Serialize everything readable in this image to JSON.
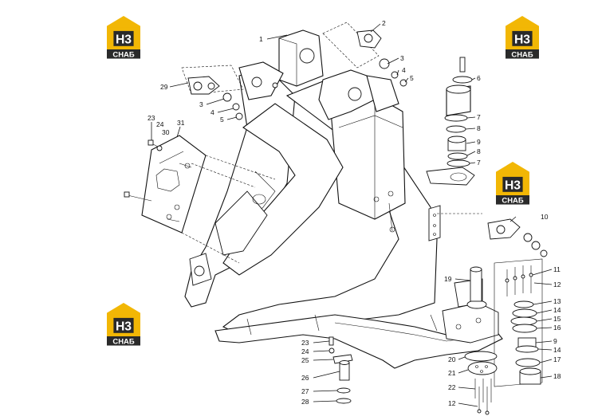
{
  "logo": {
    "mark": "H3",
    "caption": "СНАБ",
    "color_gold": "#f2b705",
    "color_dark": "#2a2a2a"
  },
  "callouts": [
    "1",
    "2",
    "3",
    "4",
    "5",
    "6",
    "7",
    "8",
    "9",
    "8",
    "7",
    "29",
    "3",
    "4",
    "5",
    "23",
    "24",
    "30",
    "31",
    "10",
    "11",
    "12",
    "19",
    "13",
    "14",
    "15",
    "16",
    "9",
    "14",
    "17",
    "18",
    "20",
    "21",
    "22",
    "12",
    "23",
    "24",
    "25",
    "26",
    "27",
    "28"
  ]
}
